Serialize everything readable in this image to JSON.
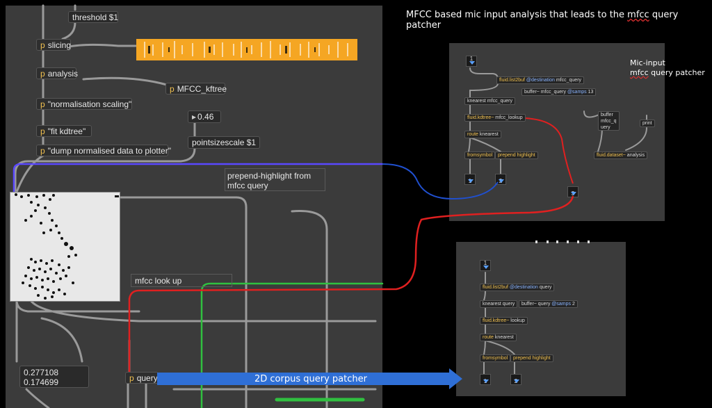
{
  "main_patcher": {
    "threshold": "threshold $1",
    "slicing": "slicing",
    "analysis": "analysis",
    "mfcc_kftree": "MFCC_kftree",
    "normalisation": "\"normalisation scaling\"",
    "fit_kdtree": "\"fit kdtree\"",
    "dump": "\"dump normalised data to plotter\"",
    "number_value": "0.46",
    "pointsize": "pointsizescale $1",
    "comment_prepend": "prepend-highlight from mfcc query",
    "comment_lookup": "mfcc look up",
    "coords": [
      "0.277108",
      "0.174699"
    ],
    "query": "query",
    "p_prefix": "p"
  },
  "annotations": {
    "top_caption_pre": "MFCC based mic input analysis that leads to the ",
    "top_caption_word": "mfcc",
    "top_caption_post": " query patcher",
    "mic_line1": "Mic-input",
    "mic_line2_word": "mfcc",
    "mic_line2_post": " query patcher",
    "arrow_label": "2D corpus query patcher"
  },
  "mic_patcher": {
    "inlet1": "1",
    "list2buf": "fluid.list2buf",
    "list2buf_attr": "@destination",
    "list2buf_arg": "mfcc_query",
    "buffer": "buffer~ mfcc_query",
    "buffer_attr": "@samps",
    "buffer_arg": "13",
    "knearest": "knearest mfcc_query",
    "kdtree": "fluid.kdtree~",
    "kdtree_arg": "mfcc_lookup",
    "route": "route",
    "route_arg": "knearest",
    "fromsymbol": "fromsymbol",
    "prepend": "prepend highlight",
    "buf_obj": [
      "buffer",
      "mfcc_q",
      "uery"
    ],
    "print": "print",
    "dataset": "fluid.dataset~",
    "dataset_arg": "analysis",
    "out1": "1",
    "out2": "2",
    "out3": "3"
  },
  "corpus_patcher": {
    "inlet1": "1",
    "list2buf": "fluid.list2buf",
    "list2buf_attr": "@destination",
    "list2buf_arg": "query",
    "knearest": "knearest query",
    "buffer": "buffer~ query",
    "buffer_attr": "@samps",
    "buffer_arg": "2",
    "kdtree": "fluid.kdtree~",
    "kdtree_arg": "lookup",
    "route": "route",
    "route_arg": "knearest",
    "fromsymbol": "fromsymbol",
    "prepend": "prepend highlight",
    "out1": "1",
    "out2": "2"
  },
  "colors": {
    "patcher_bg": "#3b3b3b",
    "waveform": "#f5a623",
    "cable_red": "#e02020",
    "cable_blue": "#2050d0",
    "cable_green": "#30c040",
    "arrow": "#2f6fd6"
  }
}
